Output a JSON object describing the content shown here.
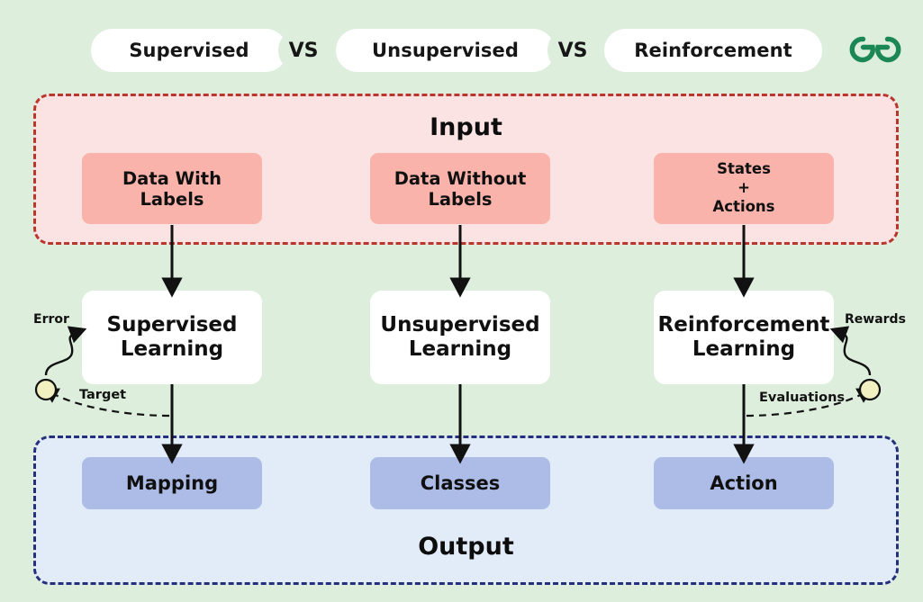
{
  "meta": {
    "background_color": "#ddeedc",
    "title": "Supervised VS Unsupervised VS Reinforcement"
  },
  "header": {
    "items": [
      {
        "label": "Supervised"
      },
      {
        "label": "Unsupervised"
      },
      {
        "label": "Reinforcement"
      }
    ],
    "separators": [
      {
        "label": "VS"
      },
      {
        "label": "VS"
      }
    ],
    "logo": {
      "name": "geeksforgeeks-logo",
      "color": "#1a8754"
    }
  },
  "input_panel": {
    "title": "Input",
    "fill_color": "#fbe3e3",
    "border_color": "#b8362c",
    "box_color": "#f9b3ab",
    "boxes": [
      {
        "label": "Data With\nLabels",
        "size": "normal"
      },
      {
        "label": "Data Without\nLabels",
        "size": "normal"
      },
      {
        "label": "States\n+\nActions",
        "size": "small"
      }
    ]
  },
  "middle": {
    "box_color": "#ffffff",
    "boxes": [
      {
        "label": "Supervised\nLearning"
      },
      {
        "label": "Unsupervised\nLearning"
      },
      {
        "label": "Reinforcement\nLearning"
      }
    ]
  },
  "output_panel": {
    "title": "Output",
    "fill_color": "#e2ebf8",
    "border_color": "#25307d",
    "box_color": "#adbce6",
    "boxes": [
      {
        "label": "Mapping"
      },
      {
        "label": "Classes"
      },
      {
        "label": "Action"
      }
    ]
  },
  "feedback_loops": {
    "left": {
      "forward_label": "Error",
      "return_label": "Target",
      "node_color": "#f0f0c0"
    },
    "right": {
      "forward_label": "Rewards",
      "return_label": "Evaluations",
      "node_color": "#f0f0c0"
    }
  }
}
